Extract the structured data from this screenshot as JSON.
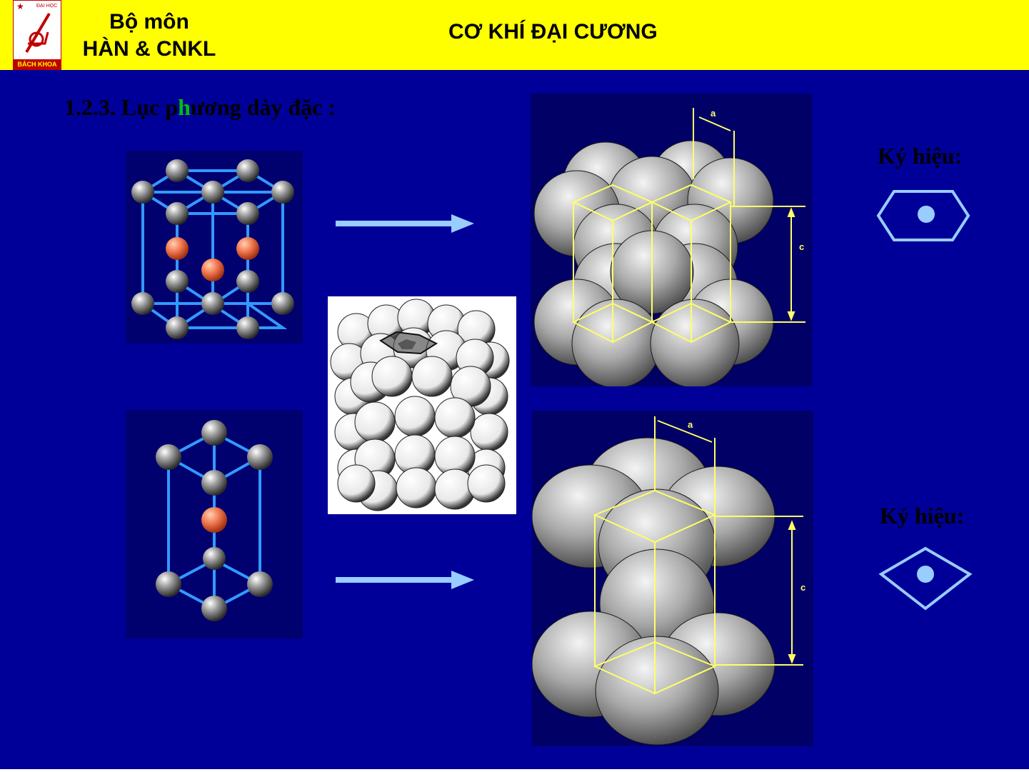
{
  "header": {
    "logo": {
      "top_text": "ĐẠI HỌC",
      "bottom_text": "BÁCH KHOA"
    },
    "dept_line1": "Bộ môn",
    "dept_line2": "HÀN & CNKL",
    "course_title": "CƠ KHÍ ĐẠI CƯƠNG"
  },
  "section": {
    "title_before": "1.2.3. Lục p",
    "title_highlight": "h",
    "title_after": "ương dày đặc :"
  },
  "diagram_top": {
    "label_a": "a",
    "label_c": "c"
  },
  "diagram_bottom": {
    "label_a": "a",
    "label_c": "c"
  },
  "symbols": [
    {
      "label": "Ký hiệu:",
      "shape": "hexagon-with-dot-icon"
    },
    {
      "label": "Ký hiệu:",
      "shape": "rhombus-with-dot-icon"
    }
  ],
  "colors": {
    "background": "#000099",
    "header": "#ffff00",
    "lattice": "#3399ff",
    "arrow": "#99ccff",
    "frame": "#ffff66"
  }
}
